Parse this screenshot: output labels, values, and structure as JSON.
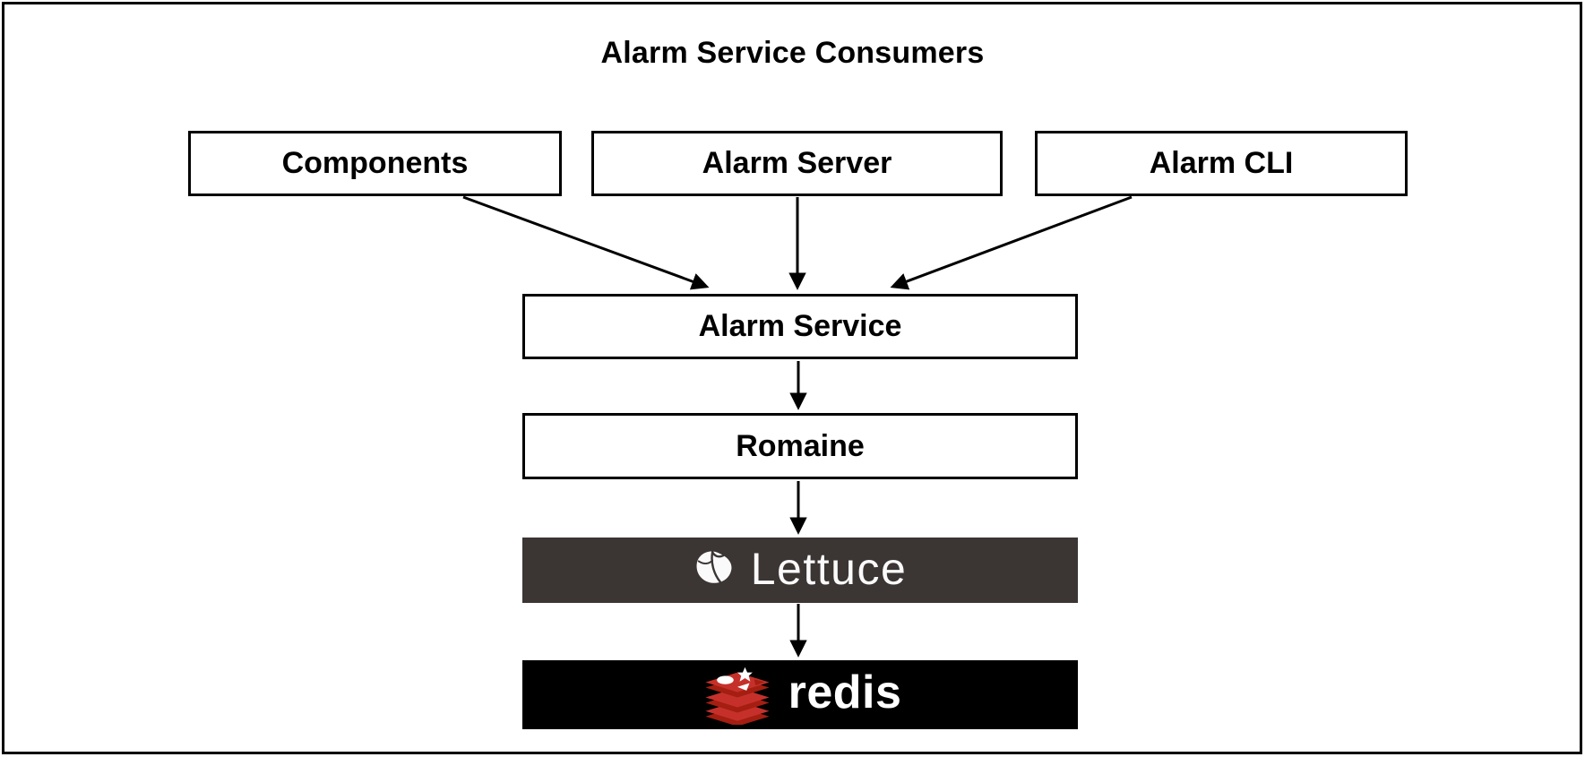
{
  "title": "Alarm Service Consumers",
  "nodes": {
    "components": {
      "label": "Components"
    },
    "alarm_server": {
      "label": "Alarm Server"
    },
    "alarm_cli": {
      "label": "Alarm CLI"
    },
    "alarm_service": {
      "label": "Alarm Service"
    },
    "romaine": {
      "label": "Romaine"
    },
    "lettuce": {
      "label": "Lettuce"
    },
    "redis": {
      "label": "redis"
    }
  },
  "edges": [
    {
      "from": "Components",
      "to": "Alarm Service"
    },
    {
      "from": "Alarm Server",
      "to": "Alarm Service"
    },
    {
      "from": "Alarm CLI",
      "to": "Alarm Service"
    },
    {
      "from": "Alarm Service",
      "to": "Romaine"
    },
    {
      "from": "Romaine",
      "to": "Lettuce"
    },
    {
      "from": "Lettuce",
      "to": "redis"
    }
  ],
  "colors": {
    "background": "#ffffff",
    "box_border": "#000000",
    "arrow": "#000000",
    "lettuce_bg": "#3b3534",
    "lettuce_fg": "#fafafa",
    "redis_bg": "#000000",
    "redis_fg": "#ffffff",
    "redis_red": "#c6302b",
    "redis_red_dark": "#a41e11"
  }
}
